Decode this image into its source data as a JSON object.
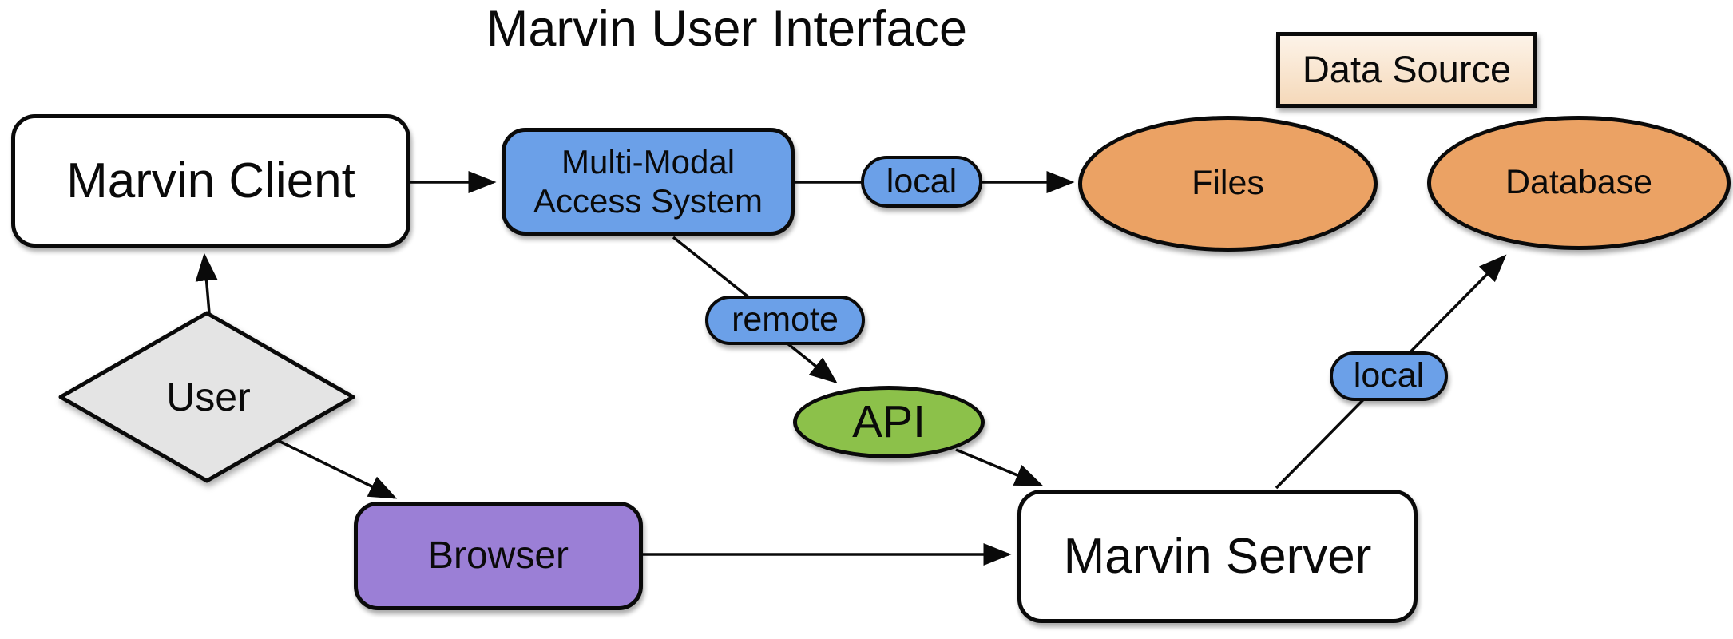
{
  "title": "Marvin User Interface",
  "colors": {
    "blue": "#6ba0e8",
    "orange": "#eba264",
    "green": "#8cc14a",
    "purple": "#9b7fd6",
    "gray": "#e4e4e4",
    "white": "#ffffff",
    "peach_top": "#fdf3e8",
    "peach_bottom": "#f5d9ba",
    "stroke": "#0a0a0a"
  },
  "nodes": {
    "marvin_client": {
      "label": "Marvin Client",
      "shape": "rounded-box",
      "color": "#ffffff"
    },
    "multi_modal_access_system": {
      "label": "Multi-Modal Access System",
      "shape": "rounded-box",
      "color": "#6ba0e8"
    },
    "files": {
      "label": "Files",
      "shape": "ellipse",
      "color": "#eba264"
    },
    "data_source": {
      "label": "Data Source",
      "shape": "box",
      "color": "#f5d9ba"
    },
    "database": {
      "label": "Database",
      "shape": "ellipse",
      "color": "#eba264"
    },
    "user": {
      "label": "User",
      "shape": "diamond",
      "color": "#e4e4e4"
    },
    "api": {
      "label": "API",
      "shape": "ellipse",
      "color": "#8cc14a"
    },
    "browser": {
      "label": "Browser",
      "shape": "rounded-box",
      "color": "#9b7fd6"
    },
    "marvin_server": {
      "label": "Marvin Server",
      "shape": "rounded-box",
      "color": "#ffffff"
    }
  },
  "edge_labels": {
    "mmas_files": "local",
    "mmas_api": "remote",
    "server_database": "local"
  },
  "edges": [
    {
      "from": "User",
      "to": "Marvin Client",
      "label": ""
    },
    {
      "from": "Marvin Client",
      "to": "Multi-Modal Access System",
      "label": ""
    },
    {
      "from": "Multi-Modal Access System",
      "to": "Files",
      "label": "local"
    },
    {
      "from": "Multi-Modal Access System",
      "to": "API",
      "label": "remote"
    },
    {
      "from": "API",
      "to": "Marvin Server",
      "label": ""
    },
    {
      "from": "User",
      "to": "Browser",
      "label": ""
    },
    {
      "from": "Browser",
      "to": "Marvin Server",
      "label": ""
    },
    {
      "from": "Marvin Server",
      "to": "Database",
      "label": "local"
    }
  ]
}
